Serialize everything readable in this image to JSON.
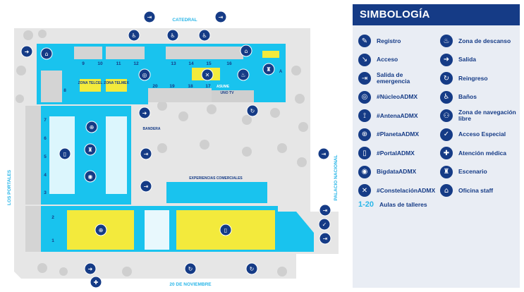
{
  "colors": {
    "cyan": "#19c3ee",
    "navy": "#153b86",
    "yellow": "#f3ea3c",
    "grey": "#dcdcdc",
    "light": "#e9edf4"
  },
  "map": {
    "streets": {
      "top": "CATEDRAL",
      "bottom": "20 DE NOVIEMBRE",
      "left": "LOS PORTALES",
      "right": "PALACIO NACIONAL"
    },
    "zones": {
      "telcel": "ZONA\nTELCEL",
      "telmex": "ZONA\nTELMEX",
      "bandera": "BANDERA",
      "experiencias": "EXPERIENCIAS COMERCIALES",
      "asume": "ASUME",
      "unotv": "UNO TV",
      "stage_a": "A"
    },
    "rooms": [
      "9",
      "10",
      "11",
      "12",
      "13",
      "14",
      "15",
      "16",
      "20",
      "19",
      "18",
      "17",
      "8",
      "7",
      "6",
      "5",
      "4",
      "3",
      "2",
      "1"
    ]
  },
  "legend": {
    "title": "SIMBOLOGÍA",
    "items": [
      {
        "label": "Registro",
        "icon": "registro-icon",
        "glyph": "✎"
      },
      {
        "label": "Acceso",
        "icon": "acceso-icon",
        "glyph": "↘"
      },
      {
        "label": "Salida de emergencia",
        "icon": "emergency-exit-icon",
        "glyph": "⇥"
      },
      {
        "label": "#NúcleoADMX",
        "icon": "nucleo-icon",
        "glyph": "◎"
      },
      {
        "label": "#AntenaADMX",
        "icon": "antena-icon",
        "glyph": "⟟"
      },
      {
        "label": "#PlanetaADMX",
        "icon": "planeta-icon",
        "glyph": "⊕"
      },
      {
        "label": "#PortalADMX",
        "icon": "portal-icon",
        "glyph": "▯"
      },
      {
        "label": "BigdataADMX",
        "icon": "bigdata-icon",
        "glyph": "◉"
      },
      {
        "label": "#ConstelaciónADMX",
        "icon": "constelacion-icon",
        "glyph": "✕"
      },
      {
        "label": "Zona de descanso",
        "icon": "descanso-icon",
        "glyph": "♨"
      },
      {
        "label": "Salida",
        "icon": "salida-icon",
        "glyph": "➜"
      },
      {
        "label": "Reingreso",
        "icon": "reingreso-icon",
        "glyph": "↻"
      },
      {
        "label": "Baños",
        "icon": "banos-icon",
        "glyph": "♿"
      },
      {
        "label": "Zona de navegación libre",
        "icon": "wifi-icon",
        "glyph": "⚇"
      },
      {
        "label": "Acceso Especial",
        "icon": "acceso-especial-icon",
        "glyph": "✓"
      },
      {
        "label": "Atención médica",
        "icon": "medical-icon",
        "glyph": "✚"
      },
      {
        "label": "Escenario",
        "icon": "escenario-icon",
        "glyph": "♜"
      },
      {
        "label": "Oficina staff",
        "icon": "oficina-icon",
        "glyph": "⌂"
      }
    ],
    "talleres": {
      "range": "1-20",
      "label": "Aulas de talleres"
    }
  }
}
